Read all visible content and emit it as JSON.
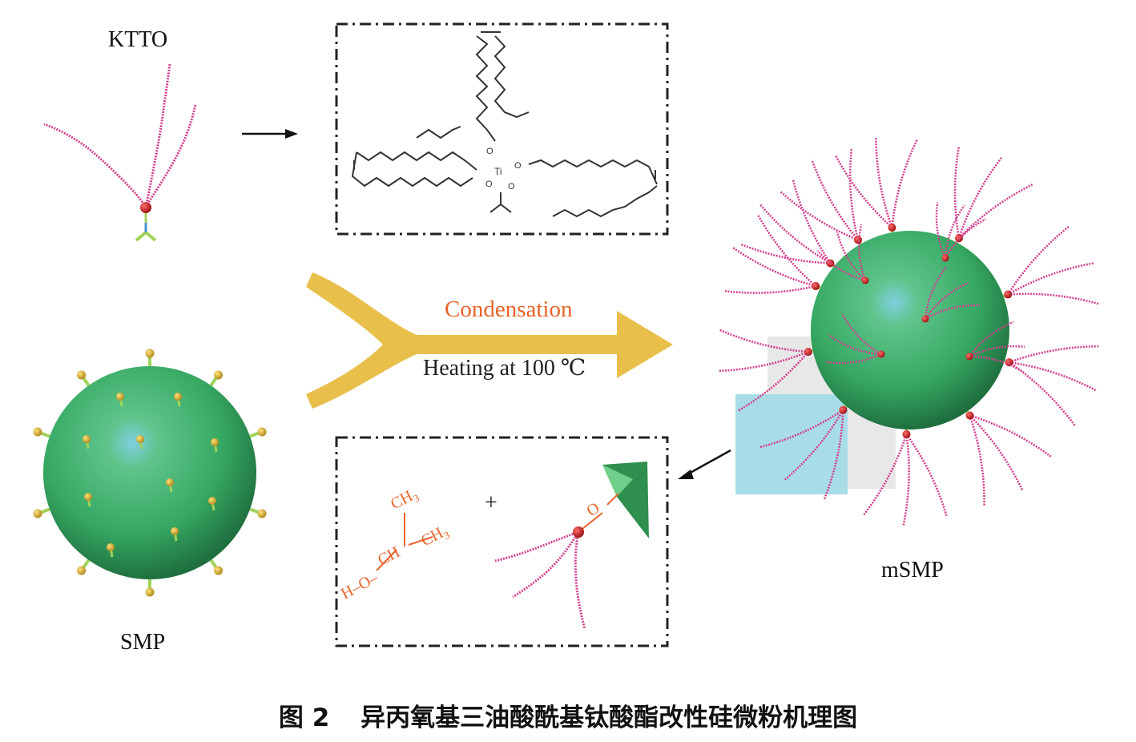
{
  "labels": {
    "ktto": "KTTO",
    "smp": "SMP",
    "msmp": "mSMP",
    "condensation": "Condensation",
    "heating": "Heating at 100 ℃",
    "plus": "+"
  },
  "chem": {
    "ch3_top": "CH",
    "ch3_top_sub": "3",
    "ch3_right": "CH",
    "ch3_right_sub": "3",
    "ch": "CH",
    "h_o": "H–O–",
    "o_link": "O",
    "ti": "Ti",
    "o": "O"
  },
  "caption": {
    "figure_no": "图 2",
    "title": "异丙氧基三油酸酰基钛酸酯改性硅微粉机理图"
  },
  "colors": {
    "chain": "#d4408f",
    "sphere": "#3daf6c",
    "arrow": "#e8bf4a",
    "orange_text": "#e8632a",
    "highlight_box": "#a8dde8"
  }
}
